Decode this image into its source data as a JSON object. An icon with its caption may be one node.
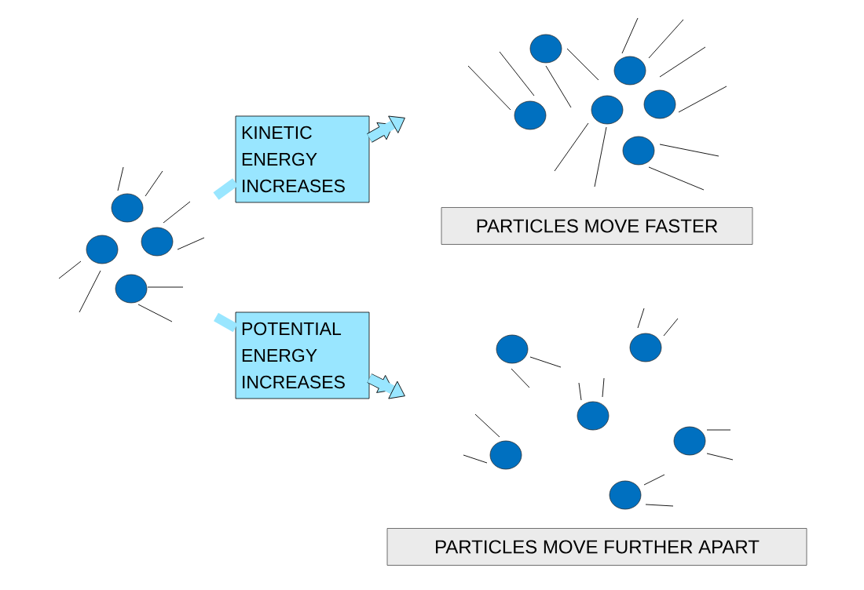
{
  "diagram": {
    "nodes": [
      {
        "text": [
          "KINETIC ENERGY INCREASES"
        ]
      },
      {
        "text": [
          "PARTICLES MOVE FASTER"
        ]
      },
      {
        "text": [
          "POTENTIAL ENERGY INCREASES"
        ]
      },
      {
        "text": [
          "PARTICLES MOVE FURTHER APART"
        ]
      }
    ],
    "edges": [
      {
        "from": null,
        "to": 0,
        "arrow": "none",
        "color": "#99e6ff"
      },
      {
        "from": 0,
        "to": null,
        "arrow": "to",
        "color": "#99e6ff"
      },
      {
        "from": null,
        "to": 2,
        "arrow": "none",
        "color": "#99e6ff"
      },
      {
        "from": 2,
        "to": null,
        "arrow": "to",
        "color": "#99e6ff"
      }
    ]
  }
}
